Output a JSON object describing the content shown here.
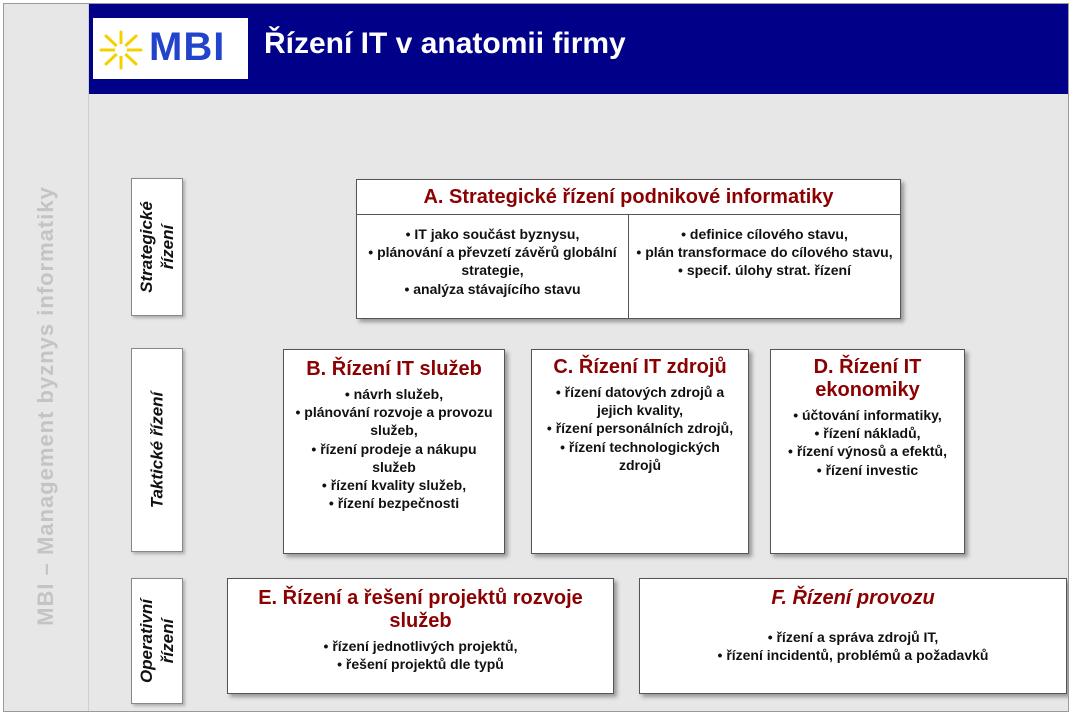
{
  "sidebar": {
    "text": "MBI – Management byznys informatiky"
  },
  "header": {
    "logo_text": "MBI",
    "title": "Řízení IT v anatomii firmy",
    "bg_color": "#000088",
    "logo_color": "#2244cc"
  },
  "levels": {
    "strategic": "Strategické\nřízení",
    "tactical": "Taktické řízení",
    "operational": "Operativní\nřízení"
  },
  "boxes": {
    "a": {
      "title": "A.   Strategické řízení podnikové informatiky",
      "left_items": [
        "IT jako součást byznysu,",
        "plánování a převzetí závěrů globální strategie,",
        "analýza stávajícího stavu"
      ],
      "right_items": [
        "definice cílového stavu,",
        "plán transformace do cílového stavu,",
        "specif. úlohy strat. řízení"
      ]
    },
    "b": {
      "title": "B. Řízení IT služeb",
      "items": [
        "návrh služeb,",
        "plánování rozvoje a provozu služeb,",
        "řízení prodeje a nákupu služeb",
        "řízení kvality služeb,",
        "řízení bezpečnosti"
      ]
    },
    "c": {
      "title": "C. Řízení IT zdrojů",
      "items": [
        "řízení datových zdrojů a jejich kvality,",
        "řízení personálních zdrojů,",
        "řízení technologických zdrojů"
      ]
    },
    "d": {
      "title": "D. Řízení IT ekonomiky",
      "items": [
        "účtování informatiky,",
        "řízení nákladů,",
        "řízení výnosů a efektů,",
        "řízení investic"
      ]
    },
    "e": {
      "title": "E. Řízení a řešení projektů rozvoje služeb",
      "items": [
        "řízení jednotlivých projektů,",
        "řešení projektů dle typů"
      ]
    },
    "f": {
      "title": "F. Řízení provozu",
      "items": [
        "řízení a správa zdrojů IT,",
        "řízení incidentů, problémů a požadavků"
      ]
    }
  },
  "accent_color": "#8b0000"
}
